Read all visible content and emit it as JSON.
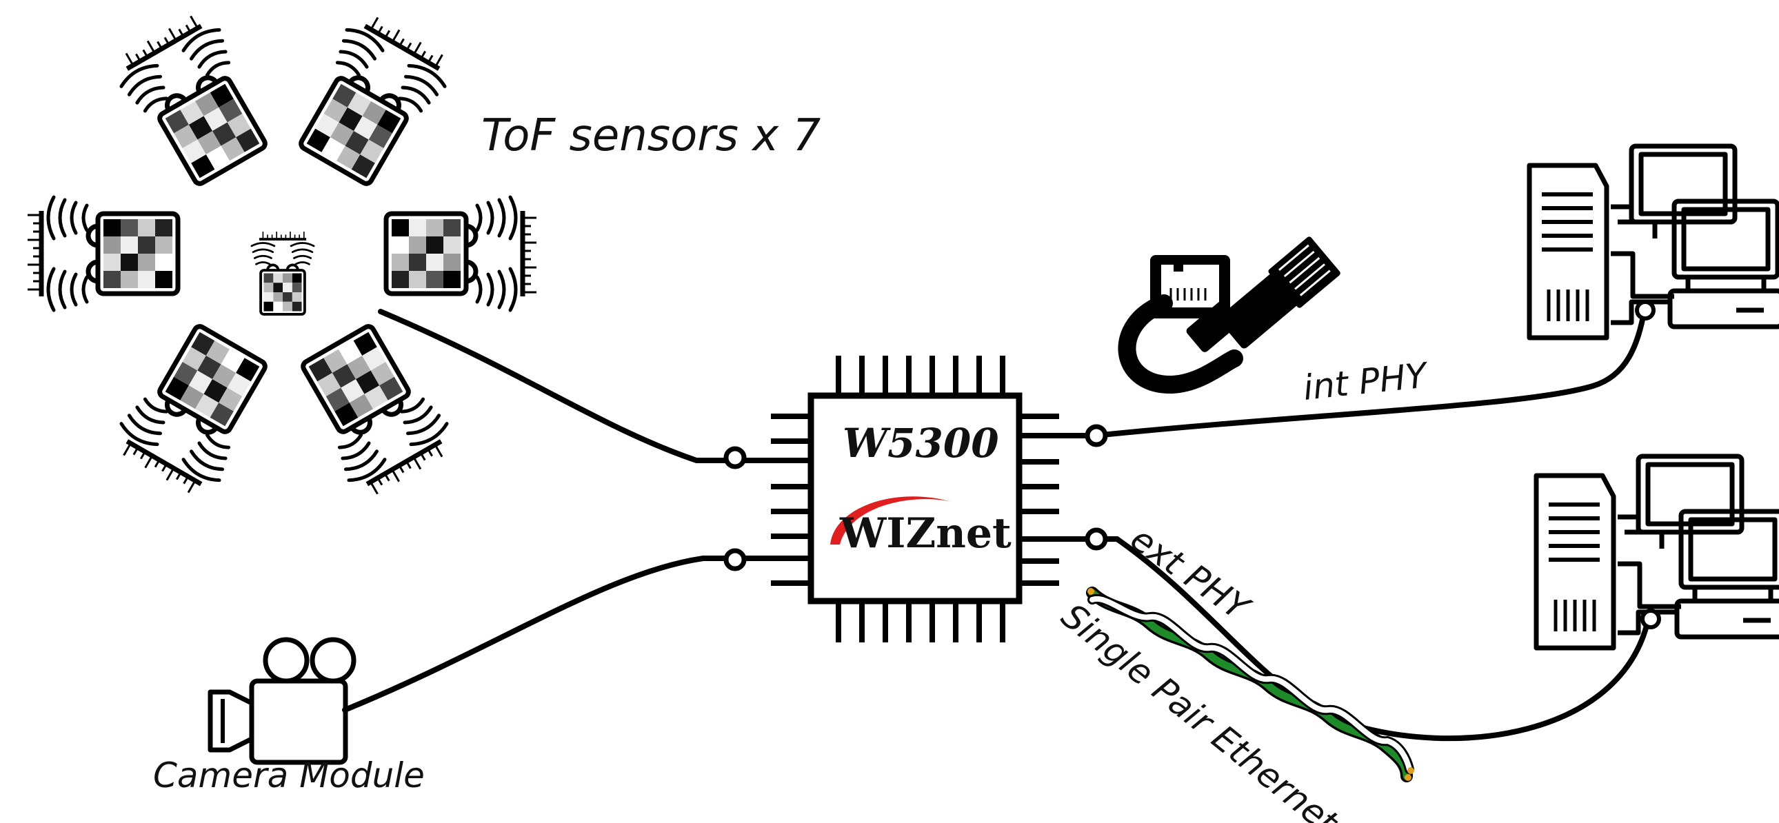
{
  "labels": {
    "tof": "ToF sensors x 7",
    "camera": "Camera Module",
    "int_phy": "int PHY",
    "ext_phy": "ext PHY",
    "spe": "Single Pair Ethernet"
  },
  "chip": {
    "model": "W5300",
    "brand": "WIZnet"
  },
  "icons": [
    "tof-sensor-icon",
    "camera-icon",
    "rj45-plug-icon",
    "rj45-socket-icon",
    "twisted-pair-cable-icon",
    "desktop-computer-icon",
    "chip-icon"
  ],
  "colors": {
    "stroke": "#000000",
    "brand_swoosh": "#e02020",
    "cable_green": "#1f8a2a",
    "cable_tip": "#e0a020"
  }
}
